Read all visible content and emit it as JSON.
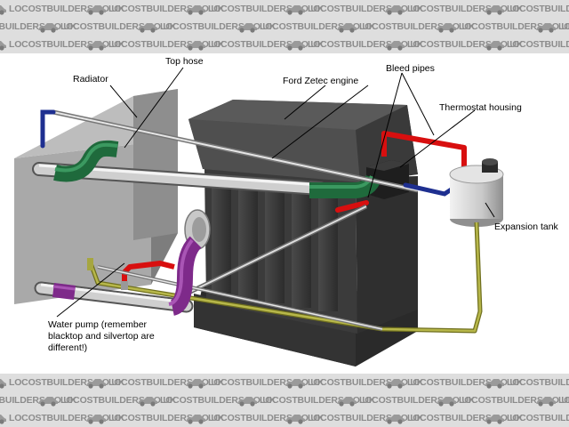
{
  "watermark": {
    "text": "LOCOSTBUILDERS.CO.UK"
  },
  "labels": {
    "radiator": "Radiator",
    "top_hose": "Top hose",
    "ford_zetec_engine": "Ford Zetec engine",
    "bleed_pipes": "Bleed pipes",
    "thermostat_housing": "Thermostat housing",
    "expansion_tank": "Expansion tank",
    "water_pump_line1": "Water pump (remember",
    "water_pump_line2": "blacktop and silvertop are",
    "water_pump_line3": "different!)"
  },
  "colors": {
    "engine": "#3f3f3f",
    "radiator": "#9a9a9a",
    "hose_green": "#1f6a3c",
    "hose_purple": "#7e2a8a",
    "bleed_red": "#d80f0f",
    "bleed_blue": "#1e2f90",
    "olive_pipe": "#9a9a30",
    "watermark_band": "#dedede"
  }
}
